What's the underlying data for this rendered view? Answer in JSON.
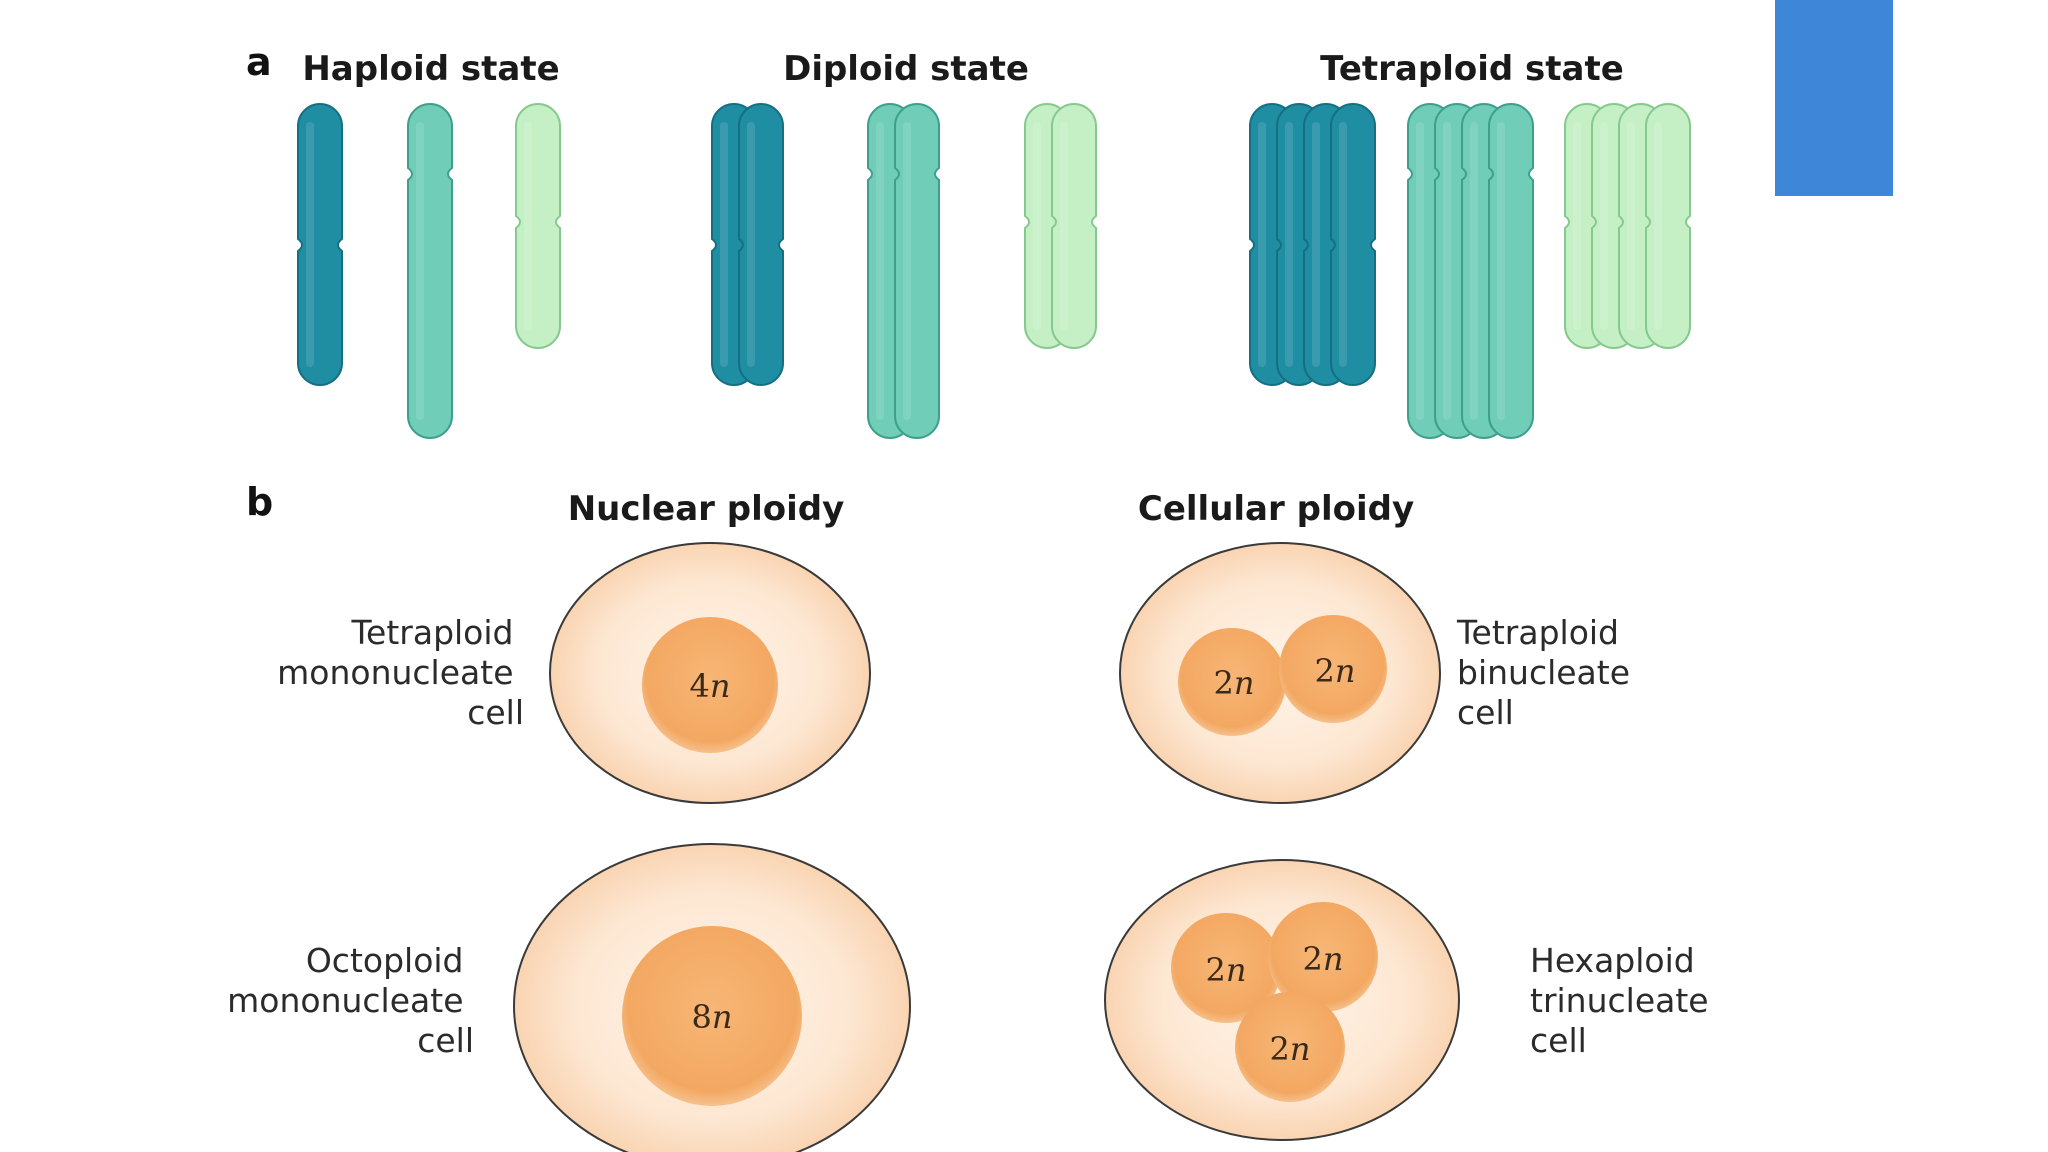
{
  "panel_a": {
    "letter": "a",
    "groups": [
      {
        "title": "Haploid state",
        "copies": 1
      },
      {
        "title": "Diploid state",
        "copies": 2
      },
      {
        "title": "Tetraploid state",
        "copies": 4
      }
    ]
  },
  "panel_b": {
    "letter": "b",
    "column_titles": {
      "nuclear": "Nuclear ploidy",
      "cellular": "Cellular ploidy"
    },
    "cells": [
      {
        "id": "tetraploid-mononucleate",
        "label_lines": [
          "Tetraploid",
          "mononucleate",
          "cell"
        ],
        "nuclei": [
          {
            "num": "4",
            "var": "n"
          }
        ]
      },
      {
        "id": "tetraploid-binucleate",
        "label_lines": [
          "Tetraploid",
          "binucleate",
          "cell"
        ],
        "nuclei": [
          {
            "num": "2",
            "var": "n"
          },
          {
            "num": "2",
            "var": "n"
          }
        ]
      },
      {
        "id": "octoploid-mononucleate",
        "label_lines": [
          "Octoploid",
          "mononucleate",
          "cell"
        ],
        "nuclei": [
          {
            "num": "8",
            "var": "n"
          }
        ]
      },
      {
        "id": "hexaploid-trinucleate",
        "label_lines": [
          "Hexaploid",
          "trinucleate",
          "cell"
        ],
        "nuclei": [
          {
            "num": "2",
            "var": "n"
          },
          {
            "num": "2",
            "var": "n"
          },
          {
            "num": "2",
            "var": "n"
          }
        ]
      }
    ]
  },
  "colors": {
    "chromosome_dark": "#1f8ea3",
    "chromosome_mid": "#6fcdb8",
    "chromosome_light": "#c5f0c6",
    "cytoplasm": "#fde8d3",
    "nucleus": "#f5ad6a",
    "corner_block": "#3e87d8"
  }
}
